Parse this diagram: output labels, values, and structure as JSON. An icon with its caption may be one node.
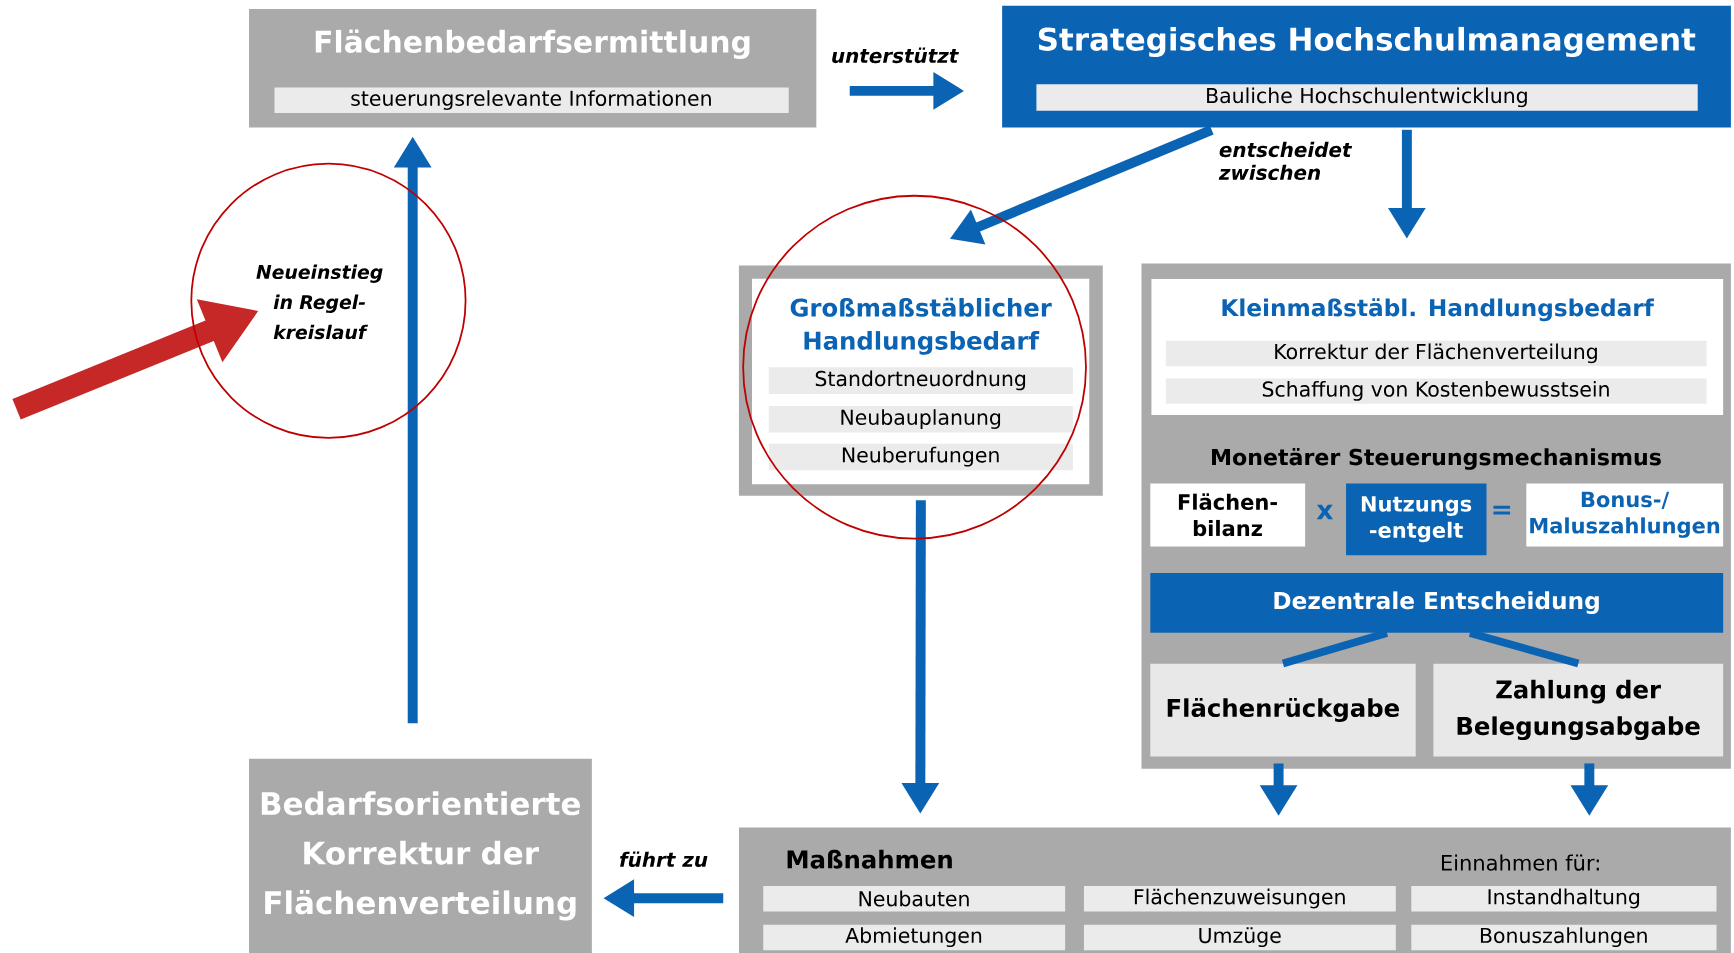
{
  "diagram": {
    "nodes": [
      {
        "text": [
          "Flächenbedarfsermittlung"
        ]
      },
      {
        "text": [
          "steuerungsrelevante Informationen"
        ],
        "in": 0
      },
      {
        "text": [
          "Strategisches Hochschulmanagement"
        ]
      },
      {
        "text": [
          "Bauliche Hochschulentwicklung"
        ],
        "in": 2
      },
      {
        "text": [
          "Großmaßstäblicher Handlungsbedarf"
        ]
      },
      {
        "text": [
          "Standortneuordnung"
        ],
        "in": 4
      },
      {
        "text": [
          "Neubauplanung"
        ],
        "in": 4
      },
      {
        "text": [
          "Neuberufungen"
        ],
        "in": 4
      },
      {
        "text": [
          "Monetärer Steuerungsmechanismus"
        ]
      },
      {
        "text": [
          "Kleinmaßstäbl. Handlungsbedarf"
        ],
        "in": 8
      },
      {
        "text": [
          "Korrektur der Flächenverteilung"
        ],
        "in": 9
      },
      {
        "text": [
          "Schaffung von Kostenbewusstsein"
        ],
        "in": 9
      },
      {
        "text": [
          "Flächen- bilanz"
        ],
        "in": 8
      },
      {
        "text": [
          "Nutzungs -entgelt"
        ],
        "in": 8
      },
      {
        "text": [
          "Bonus-/ Maluszahlungen"
        ],
        "in": 8
      },
      {
        "text": [
          "Dezentrale Entscheidung"
        ],
        "in": 8
      },
      {
        "text": [
          "Flächenrückgabe"
        ],
        "in": 8
      },
      {
        "text": [
          "Zahlung der Belegungsabgabe"
        ],
        "in": 8
      },
      {
        "text": [
          "Maßnahmen",
          "Einnahmen für:"
        ]
      },
      {
        "text": [
          "Neubauten"
        ],
        "in": 18
      },
      {
        "text": [
          "Flächenzuweisungen"
        ],
        "in": 18
      },
      {
        "text": [
          "Instandhaltung"
        ],
        "in": 18
      },
      {
        "text": [
          "Abmietungen"
        ],
        "in": 18
      },
      {
        "text": [
          "Umzüge"
        ],
        "in": 18
      },
      {
        "text": [
          "Bonuszahlungen"
        ],
        "in": 18
      },
      {
        "text": [
          "Bedarfsorientierte Korrektur der Flächenverteilung"
        ]
      },
      {
        "text": [
          "Neueinstieg in Regel- kreislauf"
        ]
      }
    ],
    "edges": [
      {
        "from": 0,
        "to": 2,
        "arrow": "to",
        "label": "unterstützt"
      },
      {
        "from": 2,
        "to": 4,
        "arrow": "to"
      },
      {
        "from": 2,
        "to": 8,
        "arrow": "to"
      },
      {
        "from": 4,
        "to": 18,
        "arrow": "to"
      },
      {
        "from": 16,
        "to": 18,
        "arrow": "to"
      },
      {
        "from": 17,
        "to": 18,
        "arrow": "to"
      },
      {
        "from": 18,
        "to": 25,
        "arrow": "to",
        "label": "führt zu"
      },
      {
        "from": 25,
        "to": 0,
        "arrow": "to"
      },
      {
        "from": null,
        "to": 26,
        "arrow": "to",
        "style": "thick",
        "color": "#c62828"
      },
      {
        "from": 15,
        "to": 16,
        "arrow": "none"
      },
      {
        "from": 15,
        "to": 17,
        "arrow": "none"
      }
    ],
    "labels": [
      "entscheidet zwischen",
      "x",
      "="
    ]
  }
}
